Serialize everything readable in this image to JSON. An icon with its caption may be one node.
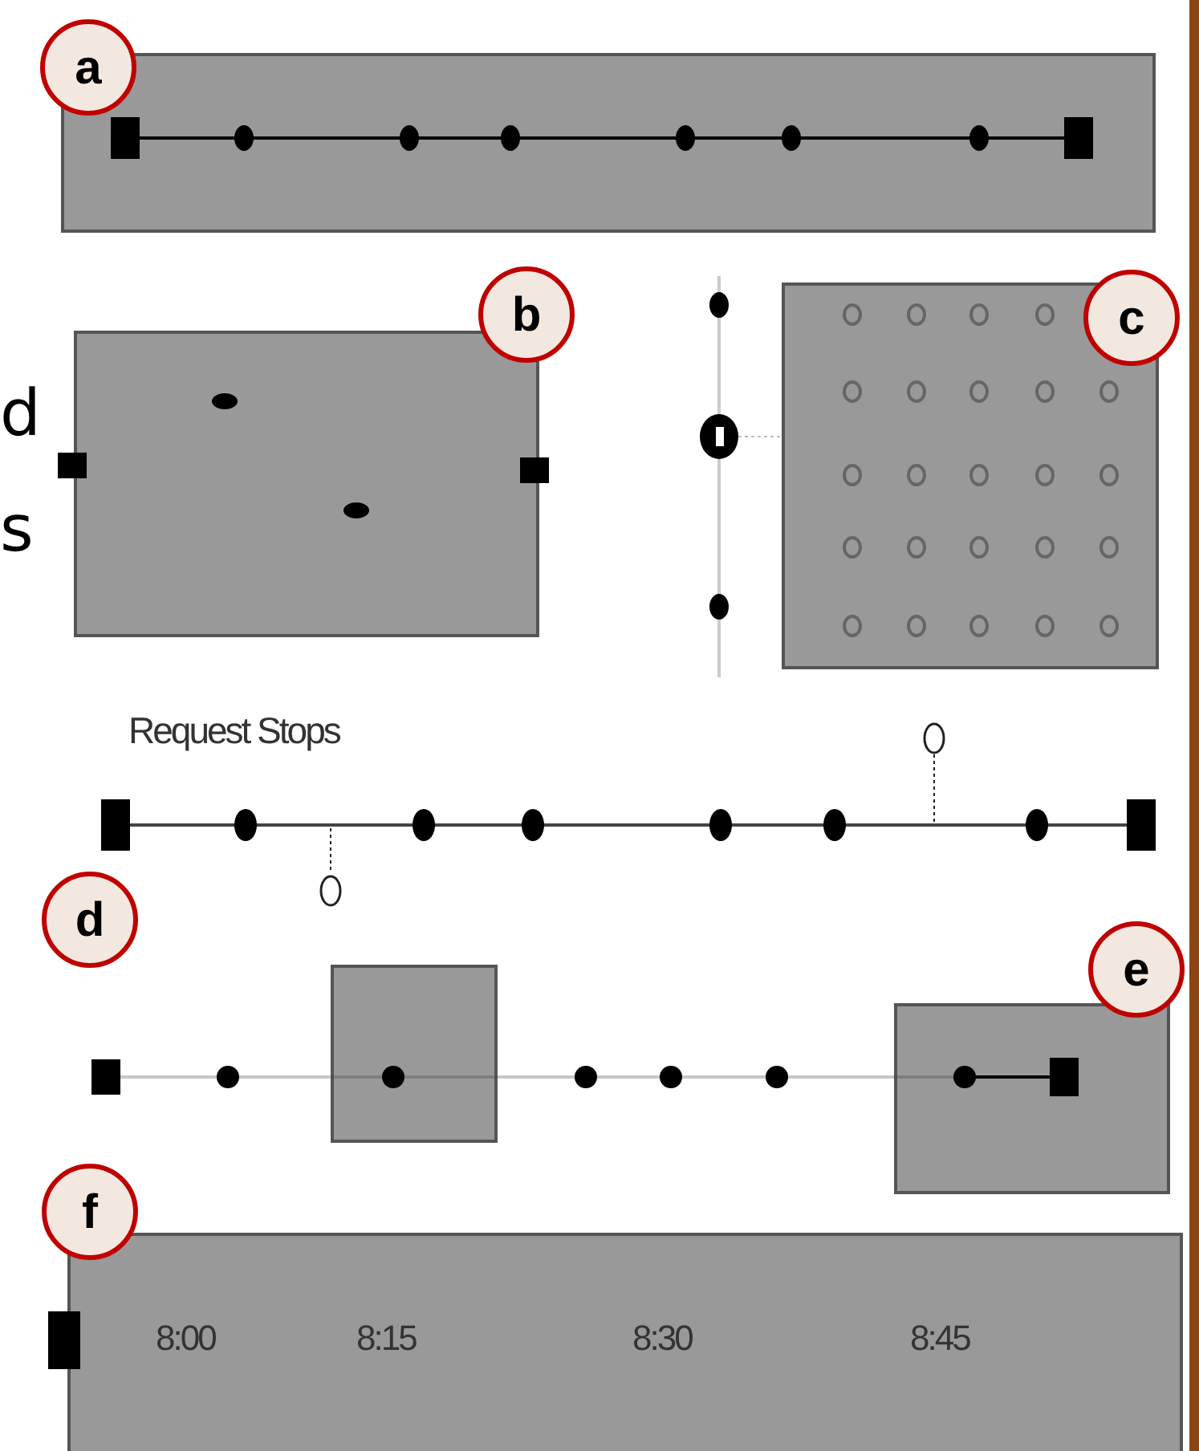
{
  "diagram": {
    "nodes": [
      {
        "text": [
          "a"
        ]
      },
      {
        "text": [],
        "shape": "box"
      },
      {
        "text": [],
        "shape": "box"
      },
      {
        "text": [
          "b"
        ]
      },
      {
        "text": [],
        "shape": "box"
      },
      {
        "text": [
          "c"
        ]
      },
      {
        "text": [
          "d"
        ]
      },
      {
        "text": [],
        "shape": "box"
      },
      {
        "text": [],
        "shape": "box"
      },
      {
        "text": [
          "e"
        ]
      },
      {
        "text": [
          "f"
        ]
      },
      {
        "text": [
          "8:00",
          "8:15",
          "8:30",
          "8:45"
        ]
      }
    ],
    "labels": [
      "d",
      "s",
      "Request Stops"
    ]
  }
}
